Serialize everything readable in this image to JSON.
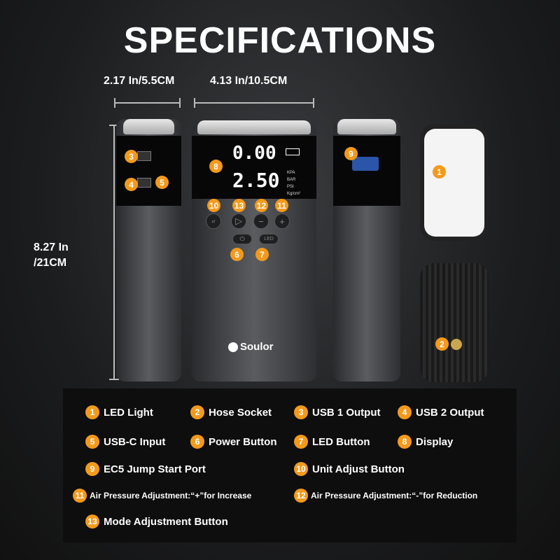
{
  "title": "SPECIFICATIONS",
  "dimensions": {
    "width_small": "2.17 In/5.5CM",
    "width_large": "4.13 In/10.5CM",
    "height_line1": "8.27 In",
    "height_line2": "/21CM"
  },
  "display": {
    "top_reading": "0.00",
    "bottom_reading": "2.50",
    "units": [
      "KPA",
      "BAR",
      "PSI",
      "Kg/cm²"
    ],
    "led_button": "LED"
  },
  "brand": "Soulor",
  "accent_color": "#f39a1c",
  "legend": [
    {
      "num": "1",
      "label": "LED Light"
    },
    {
      "num": "2",
      "label": "Hose Socket"
    },
    {
      "num": "3",
      "label": "USB 1 Output"
    },
    {
      "num": "4",
      "label": "USB 2 Output"
    },
    {
      "num": "5",
      "label": "USB-C Input"
    },
    {
      "num": "6",
      "label": "Power Button"
    },
    {
      "num": "7",
      "label": "LED Button"
    },
    {
      "num": "8",
      "label": "Display"
    },
    {
      "num": "9",
      "label": "EC5 Jump Start Port"
    },
    {
      "num": "10",
      "label": "Unit Adjust Button"
    },
    {
      "num": "11",
      "label": "Air Pressure Adjustment:“+”for Increase"
    },
    {
      "num": "12",
      "label": "Air Pressure Adjustment:“-”for Reduction"
    },
    {
      "num": "13",
      "label": "Mode Adjustment Button"
    }
  ]
}
